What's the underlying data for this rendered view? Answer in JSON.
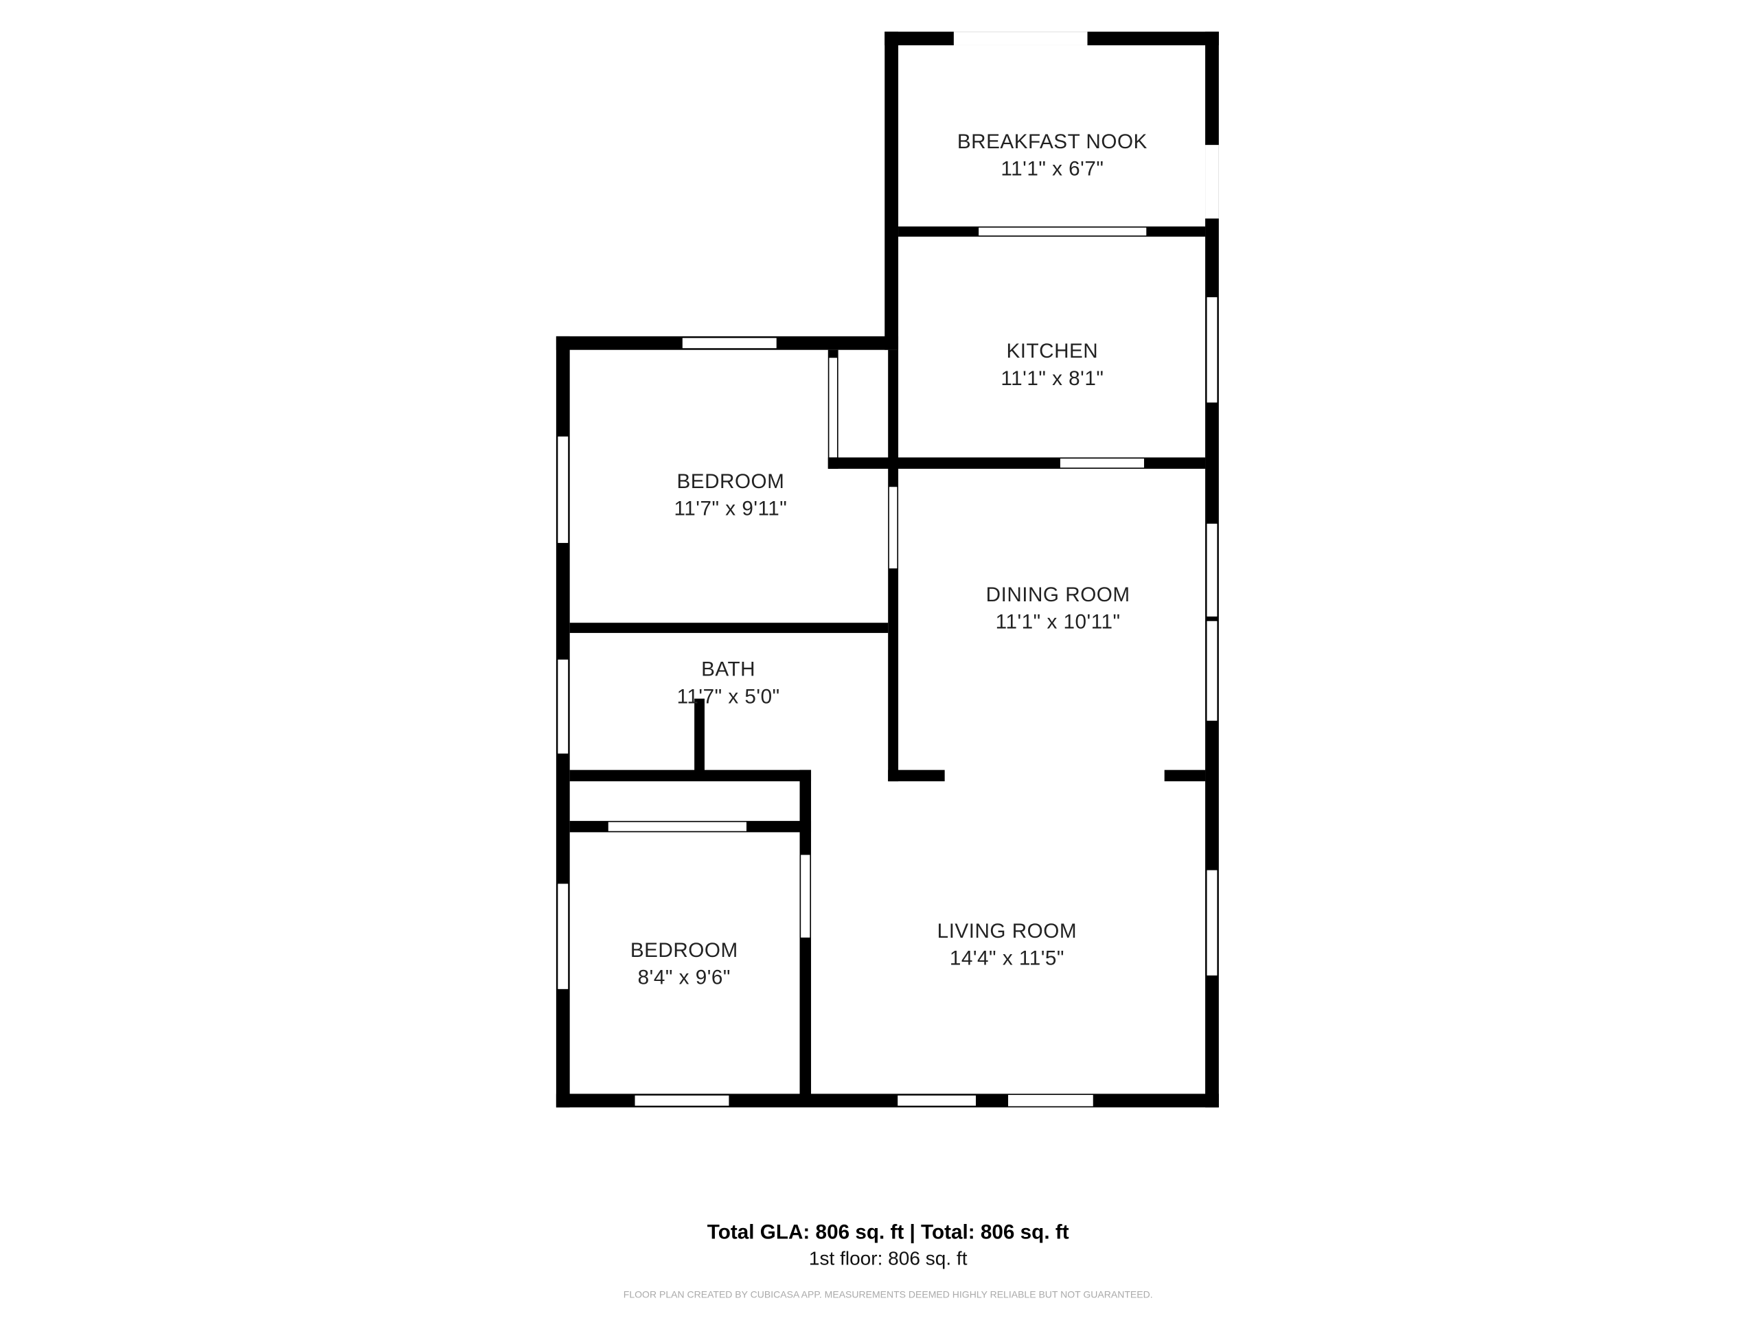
{
  "rooms": [
    {
      "name": "BREAKFAST NOOK",
      "size": "11'1\" x 6'7\""
    },
    {
      "name": "KITCHEN",
      "size": "11'1\" x 8'1\""
    },
    {
      "name": "BEDROOM",
      "size": "11'7\" x 9'11\""
    },
    {
      "name": "DINING ROOM",
      "size": "11'1\" x 10'11\""
    },
    {
      "name": "BATH",
      "size": "11'7\" x 5'0\""
    },
    {
      "name": "BEDROOM",
      "size": "8'4\" x 9'6\""
    },
    {
      "name": "LIVING ROOM",
      "size": "14'4\" x 11'5\""
    }
  ],
  "footer": {
    "totals": "Total GLA: 806 sq. ft | Total: 806 sq. ft",
    "floor": "1st floor: 806 sq. ft",
    "disclaimer": "FLOOR PLAN CREATED BY CUBICASA APP. MEASUREMENTS DEEMED HIGHLY RELIABLE BUT NOT GUARANTEED."
  }
}
